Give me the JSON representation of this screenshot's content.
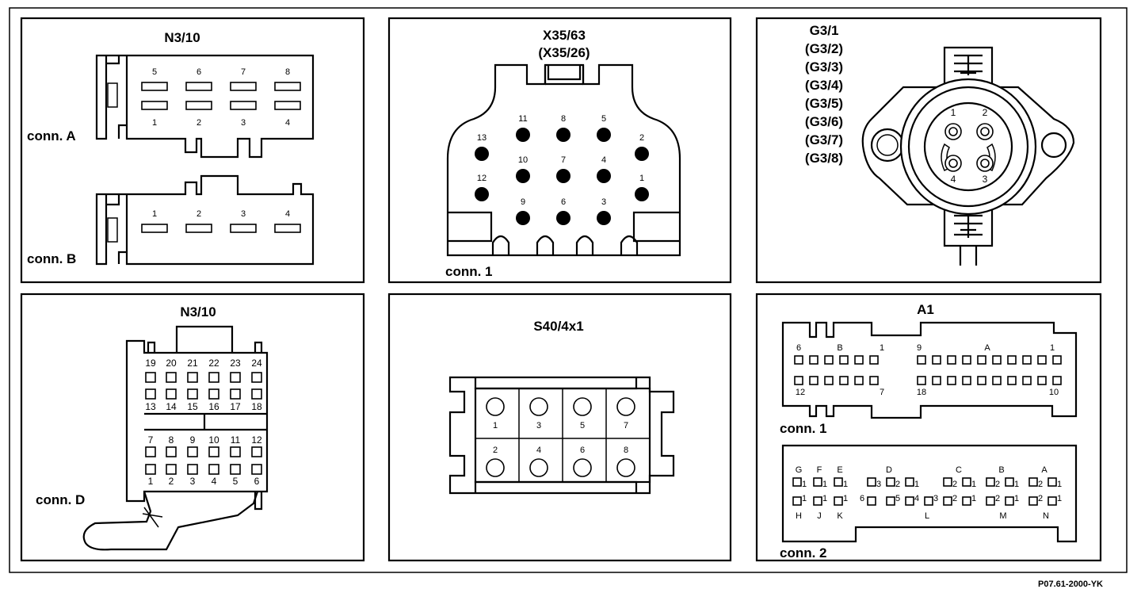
{
  "panels": {
    "top_left": {
      "title": "N3/10",
      "conn_a_label": "conn. A",
      "conn_b_label": "conn. B",
      "conn_a_pins": [
        "5",
        "6",
        "7",
        "8",
        "1",
        "2",
        "3",
        "4"
      ],
      "conn_b_pins": [
        "1",
        "2",
        "3",
        "4"
      ]
    },
    "top_middle": {
      "title_line1": "X35/63",
      "title_line2": "(X35/26)",
      "conn_label": "conn. 1",
      "pins": [
        "11",
        "8",
        "5",
        "13",
        "2",
        "10",
        "7",
        "4",
        "12",
        "1",
        "9",
        "6",
        "3"
      ]
    },
    "top_right": {
      "title_lines": [
        "G3/1",
        "(G3/2)",
        "(G3/3)",
        "(G3/4)",
        "(G3/5)",
        "(G3/6)",
        "(G3/7)",
        "(G3/8)"
      ],
      "pins": [
        "1",
        "2",
        "4",
        "3"
      ]
    },
    "bottom_left": {
      "title": "N3/10",
      "conn_label": "conn. D",
      "row1_pins": [
        "19",
        "20",
        "21",
        "22",
        "23",
        "24"
      ],
      "row2_pins": [
        "13",
        "14",
        "15",
        "16",
        "17",
        "18"
      ],
      "row3_pins": [
        "7",
        "8",
        "9",
        "10",
        "11",
        "12"
      ],
      "row4_pins": [
        "1",
        "2",
        "3",
        "4",
        "5",
        "6"
      ]
    },
    "bottom_middle": {
      "title": "S40/4x1",
      "top_pins": [
        "1",
        "3",
        "5",
        "7"
      ],
      "bottom_pins": [
        "2",
        "4",
        "6",
        "8"
      ]
    },
    "bottom_right": {
      "title": "A1",
      "conn1_label": "conn. 1",
      "conn2_label": "conn. 2",
      "conn1_labels_top": [
        "6",
        "B",
        "1",
        "9",
        "A",
        "1"
      ],
      "conn1_labels_bottom": [
        "12",
        "7",
        "18",
        "10"
      ],
      "conn2_letters_top": [
        "G",
        "F",
        "E",
        "D",
        "C",
        "B",
        "A"
      ],
      "conn2_letters_bottom": [
        "H",
        "J",
        "K",
        "L",
        "M",
        "N"
      ],
      "conn2_pin_top": [
        "1",
        "1",
        "1",
        "3",
        "2",
        "1",
        "2",
        "1",
        "2",
        "1",
        "2",
        "1"
      ],
      "conn2_pin_bottom": [
        "1",
        "1",
        "1",
        "6",
        "5",
        "4",
        "3",
        "2",
        "1",
        "2",
        "1",
        "2",
        "1"
      ]
    }
  },
  "drawing_id": "P07.61-2000-YK"
}
